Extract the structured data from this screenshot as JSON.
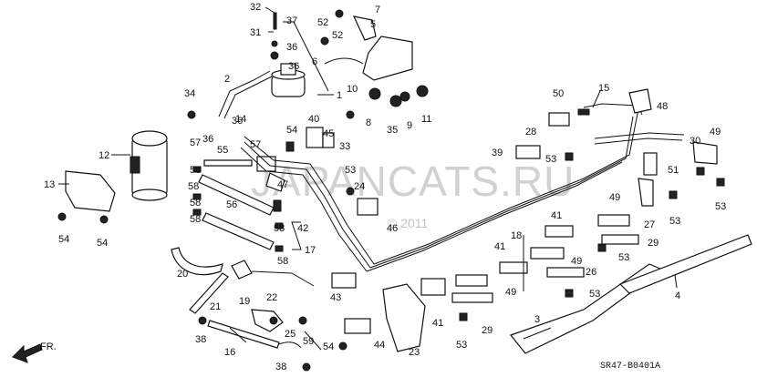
{
  "diagram_code": "SR47-B0401A",
  "watermark": "JAPANCATS.RU",
  "watermark_copyright": "© 2011",
  "front_indicator": "FR.",
  "callouts": [
    "1",
    "2",
    "3",
    "4",
    "5",
    "6",
    "7",
    "8",
    "9",
    "10",
    "11",
    "12",
    "13",
    "14",
    "15",
    "16",
    "17",
    "18",
    "19",
    "20",
    "21",
    "22",
    "23",
    "24",
    "25",
    "26",
    "27",
    "28",
    "29",
    "30",
    "31",
    "32",
    "33",
    "34",
    "35",
    "36",
    "37",
    "38",
    "39",
    "40",
    "41",
    "42",
    "43",
    "44",
    "45",
    "46",
    "47",
    "48",
    "49",
    "50",
    "51",
    "52",
    "53",
    "54",
    "55",
    "56",
    "57",
    "58",
    "59"
  ]
}
